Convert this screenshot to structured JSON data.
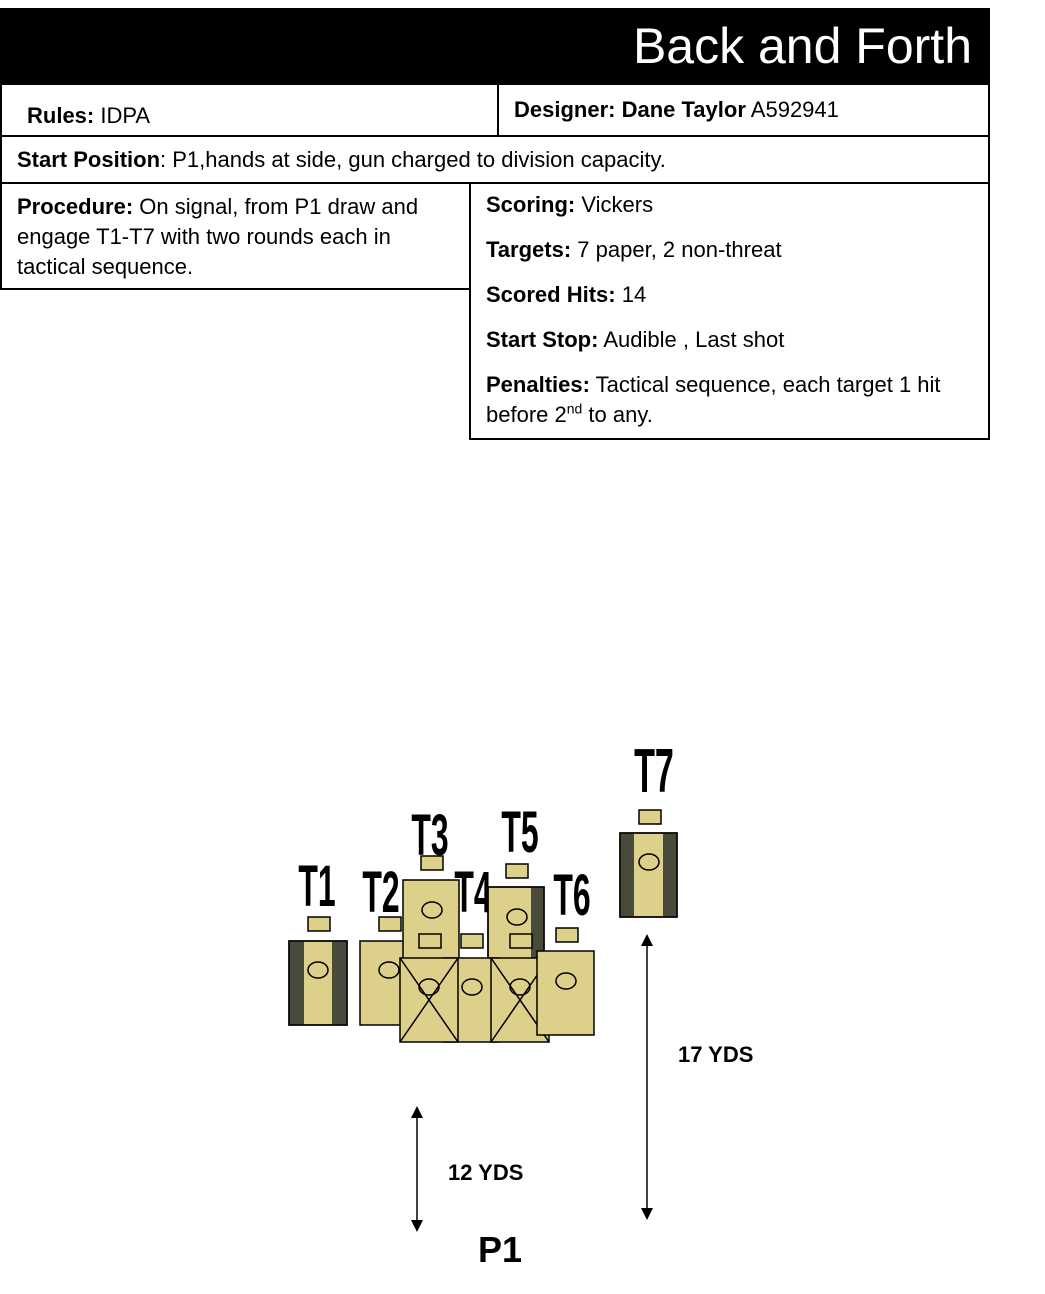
{
  "header": {
    "title": "Back and Forth"
  },
  "rules": {
    "label": "Rules:",
    "value": "IDPA"
  },
  "designer": {
    "label": "Designer: Dane Taylor",
    "value": "A592941"
  },
  "start_position": {
    "label": "Start Position",
    "value": ": P1,hands at side, gun charged to division capacity."
  },
  "procedure": {
    "label": "Procedure:",
    "value": "On signal, from P1 draw and engage T1-T7  with two rounds each in tactical sequence."
  },
  "scoring": {
    "label": "Scoring:",
    "value": "Vickers"
  },
  "targets": {
    "label": "Targets:",
    "value": "7 paper, 2 non-threat"
  },
  "scored_hits": {
    "label": "Scored Hits:",
    "value": "14"
  },
  "start_stop": {
    "label": "Start Stop:",
    "value": "Audible , Last shot"
  },
  "penalties": {
    "label": "Penalties:",
    "value_before": " Tactical sequence, each target 1 hit before 2",
    "superscript": "nd",
    "value_after": " to any."
  },
  "diagram": {
    "target_labels": {
      "t1": "T1",
      "t2": "T2",
      "t3": "T3",
      "t4": "T4",
      "t5": "T5",
      "t6": "T6",
      "t7": "T7"
    },
    "distance_12": "12 YDS",
    "distance_17": "17 YDS",
    "position_label": "P1",
    "colors": {
      "target": "#dcd08b",
      "hard_cover": "#4a4a3a",
      "outline": "#000000"
    }
  }
}
